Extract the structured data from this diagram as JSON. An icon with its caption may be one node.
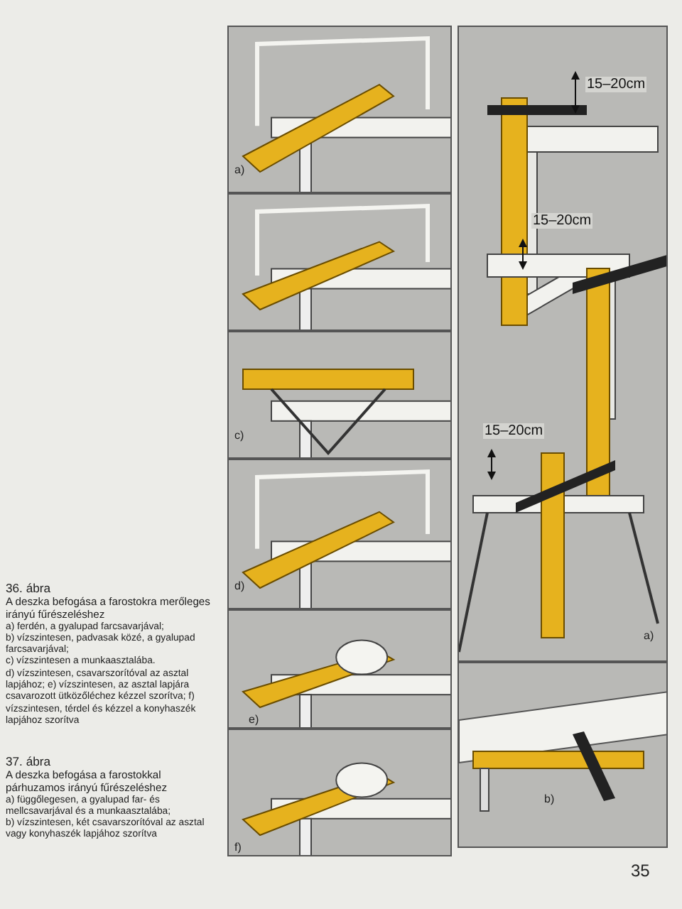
{
  "diagram": {
    "nodes": [
      {
        "text": [
          "a)"
        ]
      },
      {
        "text": [],
        "shape": "picture"
      },
      {
        "text": [
          "c)"
        ]
      },
      {
        "text": [
          "d)"
        ]
      },
      {
        "text": [
          "e)"
        ]
      },
      {
        "text": [
          "f)"
        ]
      },
      {
        "text": [
          "a)"
        ]
      },
      {
        "text": [
          "b)"
        ]
      }
    ],
    "labels": [
      "15–20cm",
      "15–20cm",
      "15–20cm",
      "36. ábra",
      "A deszka befogása a farostokra merőleges irányú fűrészeléshez",
      "a) ferdén, a gyalupad farcsavarjával;",
      "b) vízszintesen, padvasak közé, a gyalupad farcsavarjával;",
      "c) vízszintesen a munkaasztalába.",
      "d) vízszintesen, csavarszorítóval az asztal lapjához; e) vízszintesen, az asztal lapjára csavarozott ütközőléchez kézzel szorítva; f) vízszintesen, térdel és kézzel a konyhaszék lapjához szorítva",
      "37. ábra",
      "A deszka befogása a farostokkal párhuzamos irányú fűrészeléshez",
      "a) függőlegesen, a gyalupad far- és mellcsavarjával és a munkaasztalába;",
      "b) vízszintesen, két csavarszorítóval az asztal vagy konyhaszék lapjához szorítva",
      "35"
    ]
  }
}
